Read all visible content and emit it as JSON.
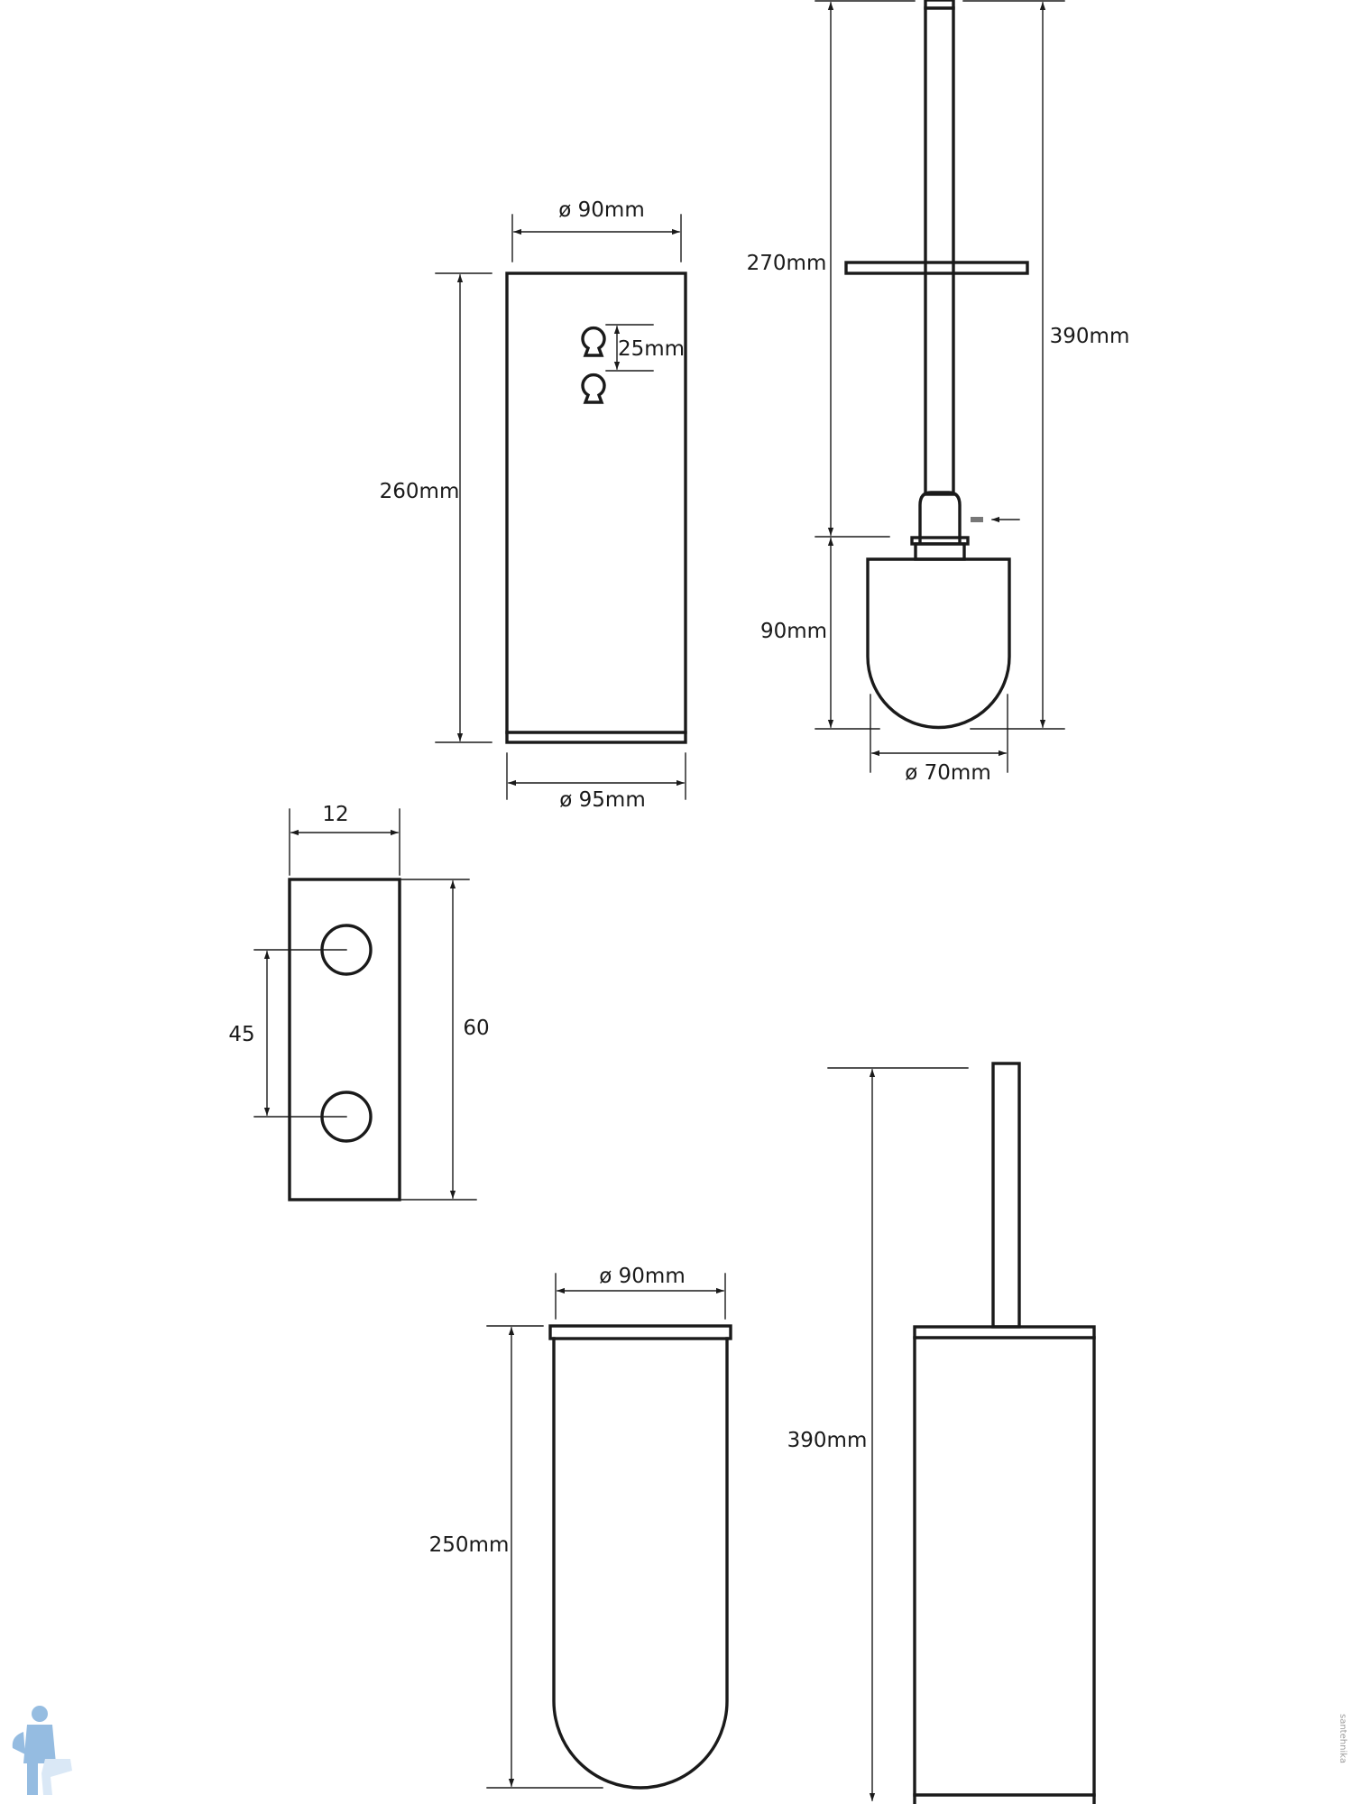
{
  "holder_front": {
    "top_width": "ø 90mm",
    "height": "260mm",
    "keyhole_spacing": "25mm",
    "base_width": "ø 95mm"
  },
  "brush": {
    "upper_length": "270mm",
    "total_length": "390mm",
    "head_length": "90mm",
    "head_diameter": "ø 70mm"
  },
  "bracket": {
    "width": "12",
    "hole_spacing": "45",
    "height": "60"
  },
  "bowl": {
    "diameter": "ø 90mm",
    "height": "250mm"
  },
  "assembled": {
    "total_height": "390mm"
  },
  "watermark": "santehnika",
  "colors": {
    "line": "#1a1a1a",
    "background": "#ffffff",
    "logo": "#3f86c9"
  },
  "icons": [
    "keyhole-icon",
    "arrowhead-icon",
    "plumber-logo-icon"
  ]
}
